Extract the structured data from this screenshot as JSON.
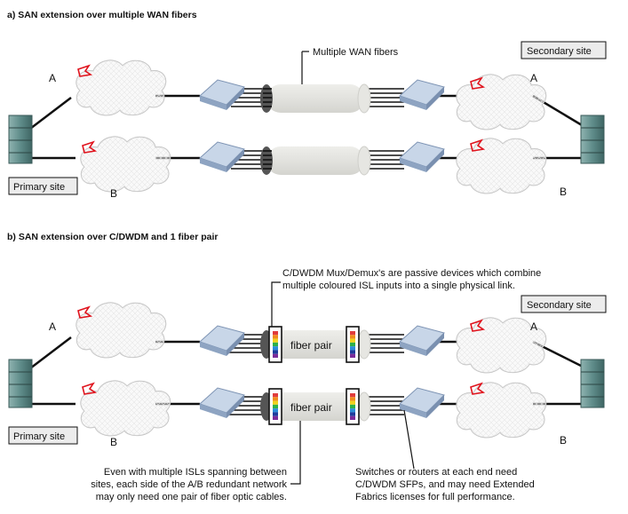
{
  "section_a": {
    "title": "a) SAN extension over multiple WAN fibers",
    "fibers_label": "Multiple WAN fibers",
    "secondary_site": "Secondary site",
    "primary_site": "Primary site",
    "label_a_left": "A",
    "label_b_left": "B",
    "label_a_right": "A",
    "label_b_right": "B"
  },
  "section_b": {
    "title": "b) SAN extension over C/DWDM and 1 fiber pair",
    "mux_note_line1": "C/DWDM Mux/Demux's are passive devices which combine",
    "mux_note_line2": "multiple coloured ISL inputs into a single physical link.",
    "secondary_site": "Secondary site",
    "primary_site": "Primary site",
    "fiber_pair_top": "fiber pair",
    "fiber_pair_bottom": "fiber pair",
    "label_a_left": "A",
    "label_b_left": "B",
    "label_a_right": "A",
    "label_b_right": "B",
    "left_note_line1": "Even with multiple ISLs spanning between",
    "left_note_line2": "sites, each side of the A/B redundant network",
    "left_note_line3": "may only need one pair of fiber optic cables.",
    "right_note_line1": "Switches or routers at each end need",
    "right_note_line2": "C/DWDM SFPs, and may need Extended",
    "right_note_line3": "Fabrics licenses for full performance."
  },
  "colors": {
    "cloud_fill": "#f4f4f4",
    "cloud_outline": "#bdbdbd",
    "switch_fill": "#a9bcd6",
    "switch_top": "#c8d6e8",
    "tube_fill": "#e2e2de",
    "logo_red": "#e0141e",
    "server_teal": "#5f8c8a",
    "line": "#111111",
    "dwdm_stripes": [
      "#e03c3c",
      "#f08c1e",
      "#f0d21e",
      "#2db04a",
      "#2a8cd8",
      "#1e3c9c",
      "#7a2c9a"
    ]
  }
}
